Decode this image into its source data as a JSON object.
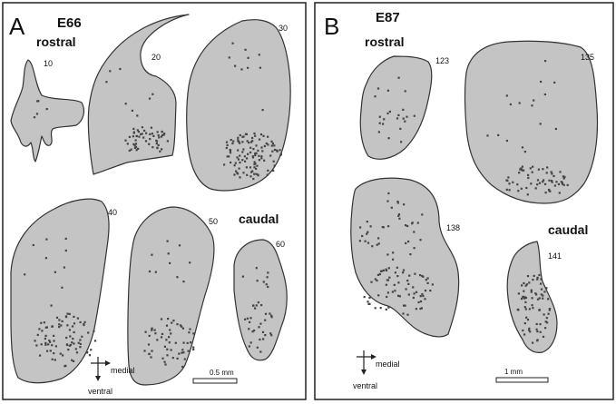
{
  "panels": [
    {
      "letter": "A",
      "age": "E66",
      "rostral_label": "rostral",
      "caudal_label": "caudal",
      "section_numbers": [
        "10",
        "20",
        "30",
        "40",
        "50",
        "60"
      ],
      "axis": {
        "right": "medial",
        "down": "ventral"
      },
      "scale": "0.5 mm"
    },
    {
      "letter": "B",
      "age": "E87",
      "rostral_label": "rostral",
      "caudal_label": "caudal",
      "section_numbers": [
        "123",
        "135",
        "138",
        "141"
      ],
      "axis": {
        "right": "medial",
        "down": "ventral"
      },
      "scale": "1 mm"
    }
  ],
  "colors": {
    "section_fill": "#c4c4c4",
    "cell_dots": "#444444",
    "outline": "#333333"
  }
}
